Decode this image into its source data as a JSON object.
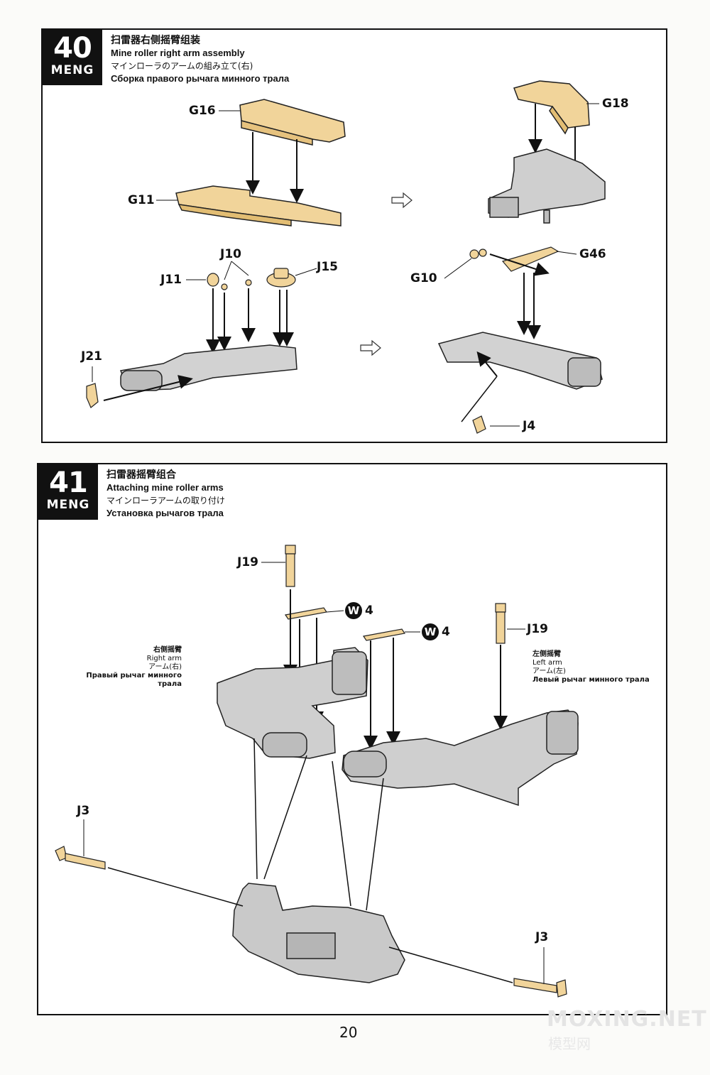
{
  "step40": {
    "number": "40",
    "brand": "MENG",
    "title_cn": "扫雷器右侧摇臂组装",
    "title_en": "Mine roller right arm assembly",
    "title_jp": "マインローラのアームの組み立て(右)",
    "title_ru": "Сборка правого рычага минного трала",
    "labels": {
      "g16": "G16",
      "g11": "G11",
      "g18": "G18",
      "j10": "J10",
      "j11": "J11",
      "j15": "J15",
      "j21": "J21",
      "g10": "G10",
      "g46": "G46",
      "j4": "J4"
    }
  },
  "step41": {
    "number": "41",
    "brand": "MENG",
    "title_cn": "扫雷器摇臂组合",
    "title_en": "Attaching mine roller arms",
    "title_jp": "マインローラアームの取り付け",
    "title_ru": "Установка рычагов трала",
    "labels": {
      "j19_left": "J19",
      "j19_right": "J19",
      "j3_left": "J3",
      "j3_right": "J3"
    },
    "w_label_1": "4",
    "w_label_2": "4",
    "w_letter": "W",
    "right_arm": {
      "cn": "右侧摇臂",
      "en": "Right arm",
      "jp": "アーム(右)",
      "ru": "Правый рычаг минного трала"
    },
    "left_arm": {
      "cn": "左侧摇臂",
      "en": "Left arm",
      "jp": "アーム(左)",
      "ru": "Левый рычаг минного трала"
    }
  },
  "page_number": "20",
  "watermark": {
    "text": "MOXING.NET",
    "sub": "模型网"
  },
  "colors": {
    "part_yellow": "#f1d49a",
    "part_gray": "#c9c9c9",
    "ink": "#111111"
  }
}
